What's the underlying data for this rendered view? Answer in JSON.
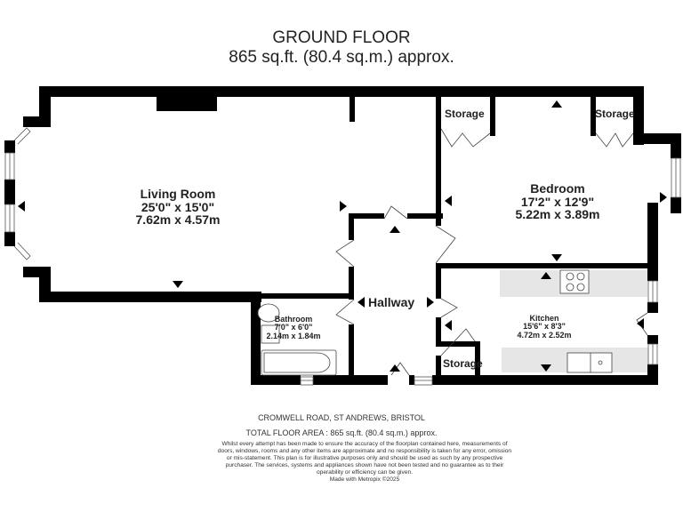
{
  "header": {
    "floor_title": "GROUND FLOOR",
    "floor_area": "865 sq.ft. (80.4 sq.m.) approx."
  },
  "rooms": {
    "living_room": {
      "name": "Living Room",
      "imperial": "25'0\"  x 15'0\"",
      "metric": "7.62m  x 4.57m"
    },
    "bedroom": {
      "name": "Bedroom",
      "imperial": "17'2\"  x 12'9\"",
      "metric": "5.22m  x 3.89m"
    },
    "bathroom": {
      "name": "Bathroom",
      "imperial": "7'0\"  x 6'0\"",
      "metric": "2.14m  x 1.84m"
    },
    "kitchen": {
      "name": "Kitchen",
      "imperial": "15'6\"  x 8'3\"",
      "metric": "4.72m  x 2.52m"
    },
    "hallway": {
      "name": "Hallway"
    },
    "storage_bedroom_left": {
      "name": "Storage"
    },
    "storage_bedroom_right": {
      "name": "Storage"
    },
    "storage_kitchen": {
      "name": "Storage"
    }
  },
  "footer": {
    "address": "CROMWELL ROAD, ST ANDREWS, BRISTOL",
    "total_area": "TOTAL FLOOR AREA : 865 sq.ft. (80.4 sq.m.) approx.",
    "disclaimer": "Whilst every attempt has been made to ensure the accuracy of the floorplan contained here, measurements of doors, windows, rooms and any other items are approximate and no responsibility is taken for any error, omission or mis-statement. This plan is for illustrative purposes only and should be used as such by any prospective purchaser. The services, systems and appliances shown have not been tested and no guarantee as to their operability or efficiency can be given.",
    "credit": "Made with Metropix ©2025"
  },
  "colors": {
    "wall": "#000000",
    "counter": "#e6e6e6",
    "background": "#ffffff"
  }
}
